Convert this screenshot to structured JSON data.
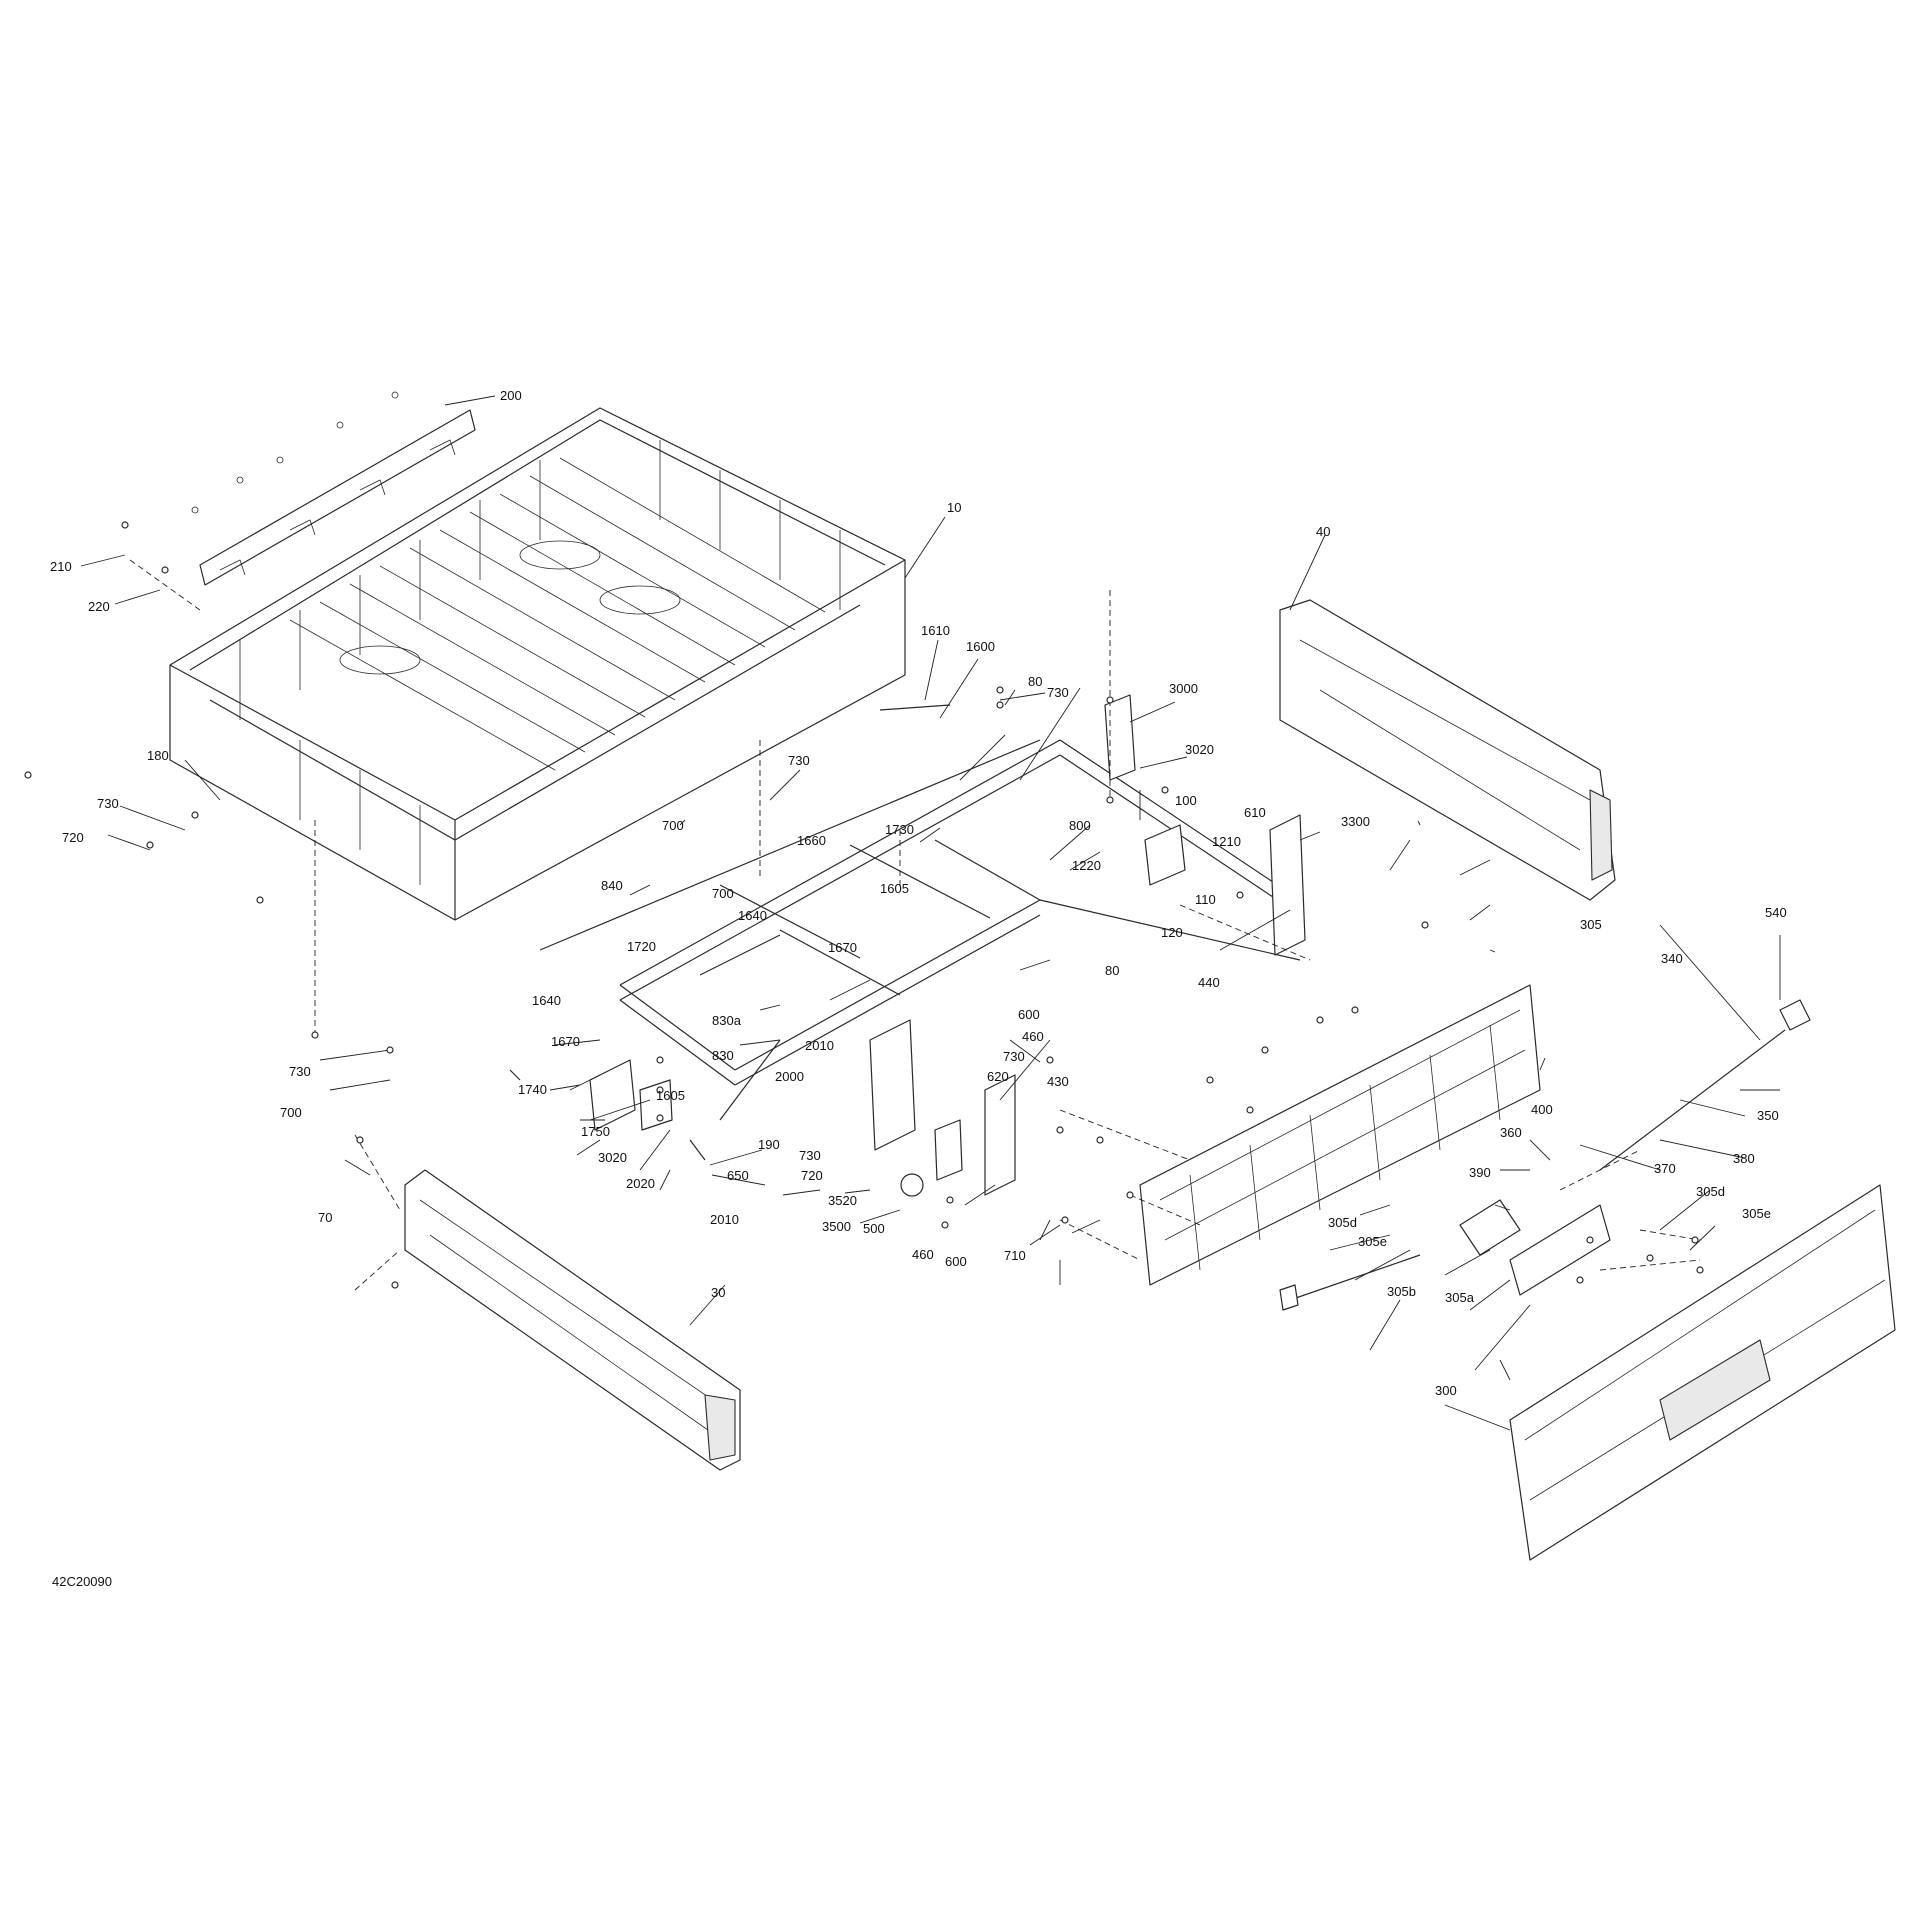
{
  "diagram": {
    "code": "42C20090",
    "callouts": [
      {
        "id": "200",
        "text": "200"
      },
      {
        "id": "10",
        "text": "10"
      },
      {
        "id": "210",
        "text": "210"
      },
      {
        "id": "220",
        "text": "220"
      },
      {
        "id": "180",
        "text": "180"
      },
      {
        "id": "730a",
        "text": "730"
      },
      {
        "id": "720a",
        "text": "720"
      },
      {
        "id": "1610",
        "text": "1610"
      },
      {
        "id": "1600",
        "text": "1600"
      },
      {
        "id": "80a",
        "text": "80"
      },
      {
        "id": "730b",
        "text": "730"
      },
      {
        "id": "3000",
        "text": "3000"
      },
      {
        "id": "3020a",
        "text": "3020"
      },
      {
        "id": "40",
        "text": "40"
      },
      {
        "id": "730c",
        "text": "730"
      },
      {
        "id": "1730",
        "text": "1730"
      },
      {
        "id": "700a",
        "text": "700"
      },
      {
        "id": "1660",
        "text": "1660"
      },
      {
        "id": "700b",
        "text": "700"
      },
      {
        "id": "840",
        "text": "840"
      },
      {
        "id": "1640a",
        "text": "1640"
      },
      {
        "id": "1605a",
        "text": "1605"
      },
      {
        "id": "800",
        "text": "800"
      },
      {
        "id": "100",
        "text": "100"
      },
      {
        "id": "1210",
        "text": "1210"
      },
      {
        "id": "610",
        "text": "610"
      },
      {
        "id": "3300",
        "text": "3300"
      },
      {
        "id": "1220",
        "text": "1220"
      },
      {
        "id": "110",
        "text": "110"
      },
      {
        "id": "120",
        "text": "120"
      },
      {
        "id": "1670a",
        "text": "1670"
      },
      {
        "id": "1720",
        "text": "1720"
      },
      {
        "id": "80b",
        "text": "80"
      },
      {
        "id": "305",
        "text": "305"
      },
      {
        "id": "540",
        "text": "540"
      },
      {
        "id": "1640b",
        "text": "1640"
      },
      {
        "id": "1670b",
        "text": "1670"
      },
      {
        "id": "830a",
        "text": "830a"
      },
      {
        "id": "600a",
        "text": "600"
      },
      {
        "id": "460a",
        "text": "460"
      },
      {
        "id": "440",
        "text": "440"
      },
      {
        "id": "340",
        "text": "340"
      },
      {
        "id": "2010a",
        "text": "2010"
      },
      {
        "id": "730d",
        "text": "730"
      },
      {
        "id": "620",
        "text": "620"
      },
      {
        "id": "830",
        "text": "830"
      },
      {
        "id": "730e",
        "text": "730"
      },
      {
        "id": "1605b",
        "text": "1605"
      },
      {
        "id": "2000",
        "text": "2000"
      },
      {
        "id": "430",
        "text": "430"
      },
      {
        "id": "1740",
        "text": "1740"
      },
      {
        "id": "700c",
        "text": "700"
      },
      {
        "id": "1750",
        "text": "1750"
      },
      {
        "id": "350",
        "text": "350"
      },
      {
        "id": "400",
        "text": "400"
      },
      {
        "id": "190",
        "text": "190"
      },
      {
        "id": "730f",
        "text": "730"
      },
      {
        "id": "3020b",
        "text": "3020"
      },
      {
        "id": "720b",
        "text": "720"
      },
      {
        "id": "360",
        "text": "360"
      },
      {
        "id": "380",
        "text": "380"
      },
      {
        "id": "2020",
        "text": "2020"
      },
      {
        "id": "650",
        "text": "650"
      },
      {
        "id": "3520",
        "text": "3520"
      },
      {
        "id": "370",
        "text": "370"
      },
      {
        "id": "390",
        "text": "390"
      },
      {
        "id": "305d1",
        "text": "305d"
      },
      {
        "id": "70",
        "text": "70"
      },
      {
        "id": "2010b",
        "text": "2010"
      },
      {
        "id": "3500",
        "text": "3500"
      },
      {
        "id": "500",
        "text": "500"
      },
      {
        "id": "305e1",
        "text": "305e"
      },
      {
        "id": "305d2",
        "text": "305d"
      },
      {
        "id": "305e2",
        "text": "305e"
      },
      {
        "id": "710",
        "text": "710"
      },
      {
        "id": "460b",
        "text": "460"
      },
      {
        "id": "600b",
        "text": "600"
      },
      {
        "id": "305b",
        "text": "305b"
      },
      {
        "id": "305a",
        "text": "305a"
      },
      {
        "id": "30",
        "text": "30"
      },
      {
        "id": "300",
        "text": "300"
      }
    ]
  }
}
